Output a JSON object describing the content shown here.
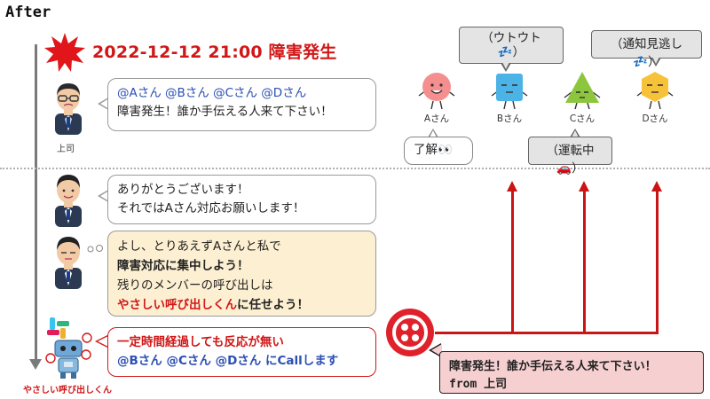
{
  "heading": "After",
  "incident": {
    "title": "2022-12-12 21:00 障害発生"
  },
  "boss": {
    "caption": "上司",
    "message_mentions": "@Aさん @Bさん @Cさん @Dさん",
    "message": "障害発生！誰か手伝える人来て下さい！"
  },
  "reply": {
    "line1": "ありがとうございます！",
    "line2": "それではAさん対応お願いします！"
  },
  "thought": {
    "line1": "よし、とりあえずAさんと私で",
    "line2": "障害対応に集中しよう！",
    "line3": "残りのメンバーの呼び出しは",
    "line4_highlight": "やさしい呼び出しくん",
    "line4_rest": "に任せよう！"
  },
  "bot": {
    "caption": "やさしい呼び出しくん",
    "line1": "一定時間経過しても反応が無い",
    "line2": "@Bさん @Cさん @Dさん にCallします"
  },
  "call_message": {
    "line1": "障害発生！誰か手伝える人来て下さい！",
    "line2": "from 上司"
  },
  "members": [
    {
      "label": "Aさん",
      "color": "#f58f8f",
      "shape": "circle"
    },
    {
      "label": "Bさん",
      "color": "#4cb3e6",
      "shape": "square"
    },
    {
      "label": "Cさん",
      "color": "#8cc63e",
      "shape": "triangle"
    },
    {
      "label": "Dさん",
      "color": "#f6c23a",
      "shape": "hexagon"
    }
  ],
  "status": {
    "a": "了解👀",
    "b_line1": "（ウトウト",
    "b_line2": "💤）",
    "c": "（運転中🚗）",
    "d": "（通知見逃し💤）"
  },
  "colors": {
    "accent_red": "#d11717",
    "mention_blue": "#2b4fb3",
    "thought_fill": "#fdf0d2",
    "call_fill": "#f6cfd1",
    "twilio_red": "#e0202a"
  }
}
